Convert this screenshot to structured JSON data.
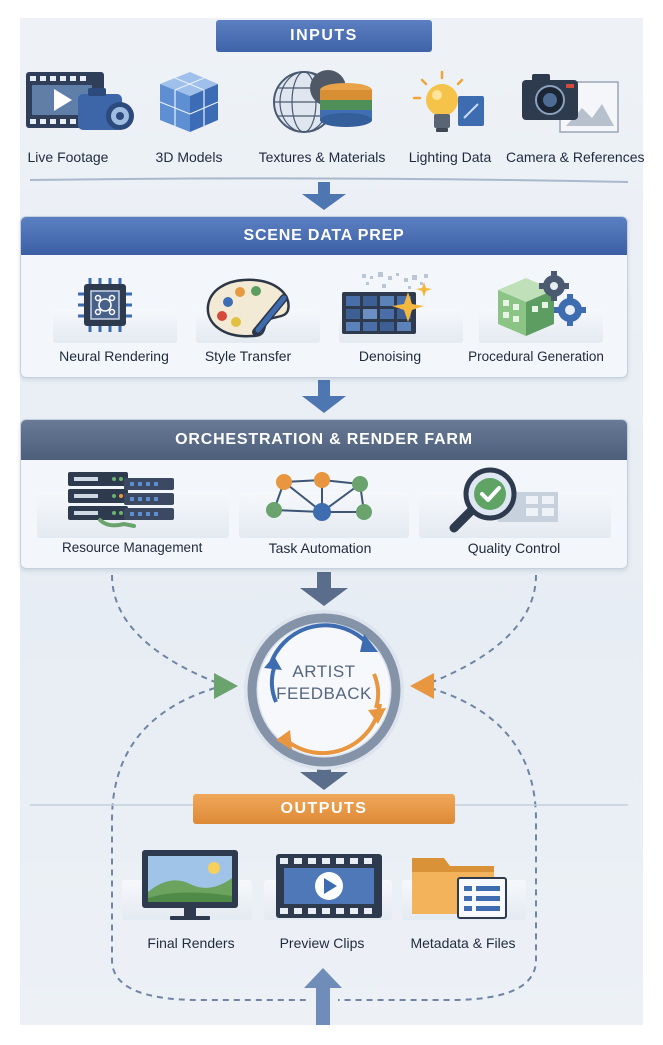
{
  "inputs": {
    "header": "INPUTS",
    "items": [
      {
        "label": "Live Footage",
        "icon": "film-camera-icon"
      },
      {
        "label": "3D Models",
        "icon": "cube-icon"
      },
      {
        "label": "Textures & Materials",
        "icon": "texture-sphere-icon"
      },
      {
        "label": "Lighting Data",
        "icon": "lightbulb-icon"
      },
      {
        "label": "Camera & References",
        "icon": "camera-photo-icon"
      }
    ]
  },
  "scene_prep": {
    "header": "SCENE DATA PREP",
    "items": [
      {
        "label": "Neural Rendering",
        "icon": "chip-icon"
      },
      {
        "label": "Style Transfer",
        "icon": "palette-icon"
      },
      {
        "label": "Denoising",
        "icon": "denoise-grid-icon"
      },
      {
        "label": "Procedural Generation",
        "icon": "gear-building-icon"
      }
    ]
  },
  "orchestration": {
    "header": "ORCHESTRATION & RENDER FARM",
    "items": [
      {
        "label": "Resource Management",
        "icon": "server-rack-icon"
      },
      {
        "label": "Task Automation",
        "icon": "node-network-icon"
      },
      {
        "label": "Quality Control",
        "icon": "magnifier-check-icon"
      }
    ]
  },
  "feedback": {
    "line1": "ARTIST",
    "line2": "FEEDBACK"
  },
  "outputs": {
    "header": "OUTPUTS",
    "items": [
      {
        "label": "Final Renders",
        "icon": "monitor-landscape-icon"
      },
      {
        "label": "Preview Clips",
        "icon": "film-play-icon"
      },
      {
        "label": "Metadata & Files",
        "icon": "folder-document-icon"
      }
    ]
  },
  "colors": {
    "primary_blue": "#3f63a8",
    "slate": "#4c5e7a",
    "orange": "#e8963f",
    "green": "#6aa36d",
    "arrow": "#4e76b0"
  }
}
